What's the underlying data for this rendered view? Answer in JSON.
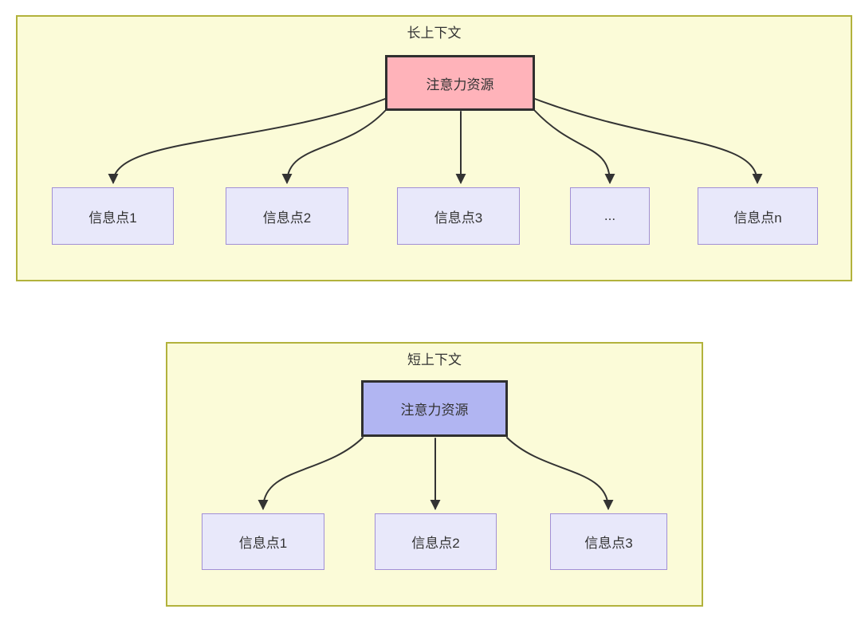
{
  "colors": {
    "group_fill": "#fbfbd8",
    "group_border": "#b2b23c",
    "attention_long_fill": "#ffb3ba",
    "attention_short_fill": "#b1b5f2",
    "attention_border": "#2f2f2f",
    "info_fill": "#e8e8fa",
    "info_border": "#a18fd6",
    "arrow": "#333333",
    "text": "#333333"
  },
  "long_context": {
    "title": "长上下文",
    "attention_label": "注意力资源",
    "nodes": [
      {
        "label": "信息点1"
      },
      {
        "label": "信息点2"
      },
      {
        "label": "信息点3"
      },
      {
        "label": "..."
      },
      {
        "label": "信息点n"
      }
    ]
  },
  "short_context": {
    "title": "短上下文",
    "attention_label": "注意力资源",
    "nodes": [
      {
        "label": "信息点1"
      },
      {
        "label": "信息点2"
      },
      {
        "label": "信息点3"
      }
    ]
  }
}
